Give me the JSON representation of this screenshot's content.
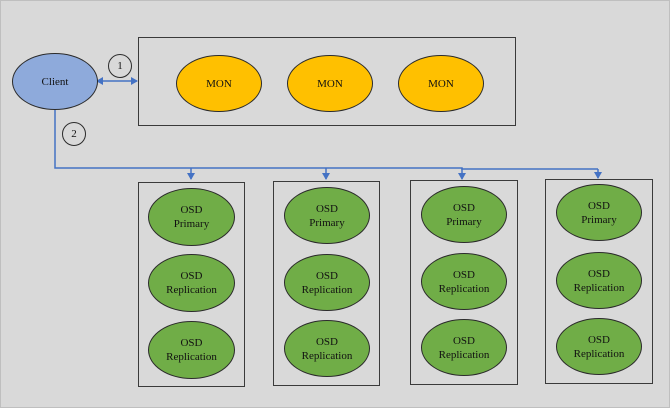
{
  "diagram": {
    "client": {
      "label": "Client"
    },
    "steps": [
      {
        "label": "1"
      },
      {
        "label": "2"
      }
    ],
    "monitor_group": {
      "nodes": [
        {
          "label": "MON"
        },
        {
          "label": "MON"
        },
        {
          "label": "MON"
        }
      ]
    },
    "osd_groups": [
      {
        "nodes": [
          {
            "line1": "OSD",
            "line2": "Primary"
          },
          {
            "line1": "OSD",
            "line2": "Replication"
          },
          {
            "line1": "OSD",
            "line2": "Replication"
          }
        ]
      },
      {
        "nodes": [
          {
            "line1": "OSD",
            "line2": "Primary"
          },
          {
            "line1": "OSD",
            "line2": "Replication"
          },
          {
            "line1": "OSD",
            "line2": "Replication"
          }
        ]
      },
      {
        "nodes": [
          {
            "line1": "OSD",
            "line2": "Primary"
          },
          {
            "line1": "OSD",
            "line2": "Replication"
          },
          {
            "line1": "OSD",
            "line2": "Replication"
          }
        ]
      },
      {
        "nodes": [
          {
            "line1": "OSD",
            "line2": "Primary"
          },
          {
            "line1": "OSD",
            "line2": "Replication"
          },
          {
            "line1": "OSD",
            "line2": "Replication"
          }
        ]
      }
    ],
    "colors": {
      "client": "#8eaadb",
      "mon": "#ffc000",
      "osd": "#70ad47",
      "connector": "#4472c4",
      "background": "#d9d9d9"
    }
  }
}
